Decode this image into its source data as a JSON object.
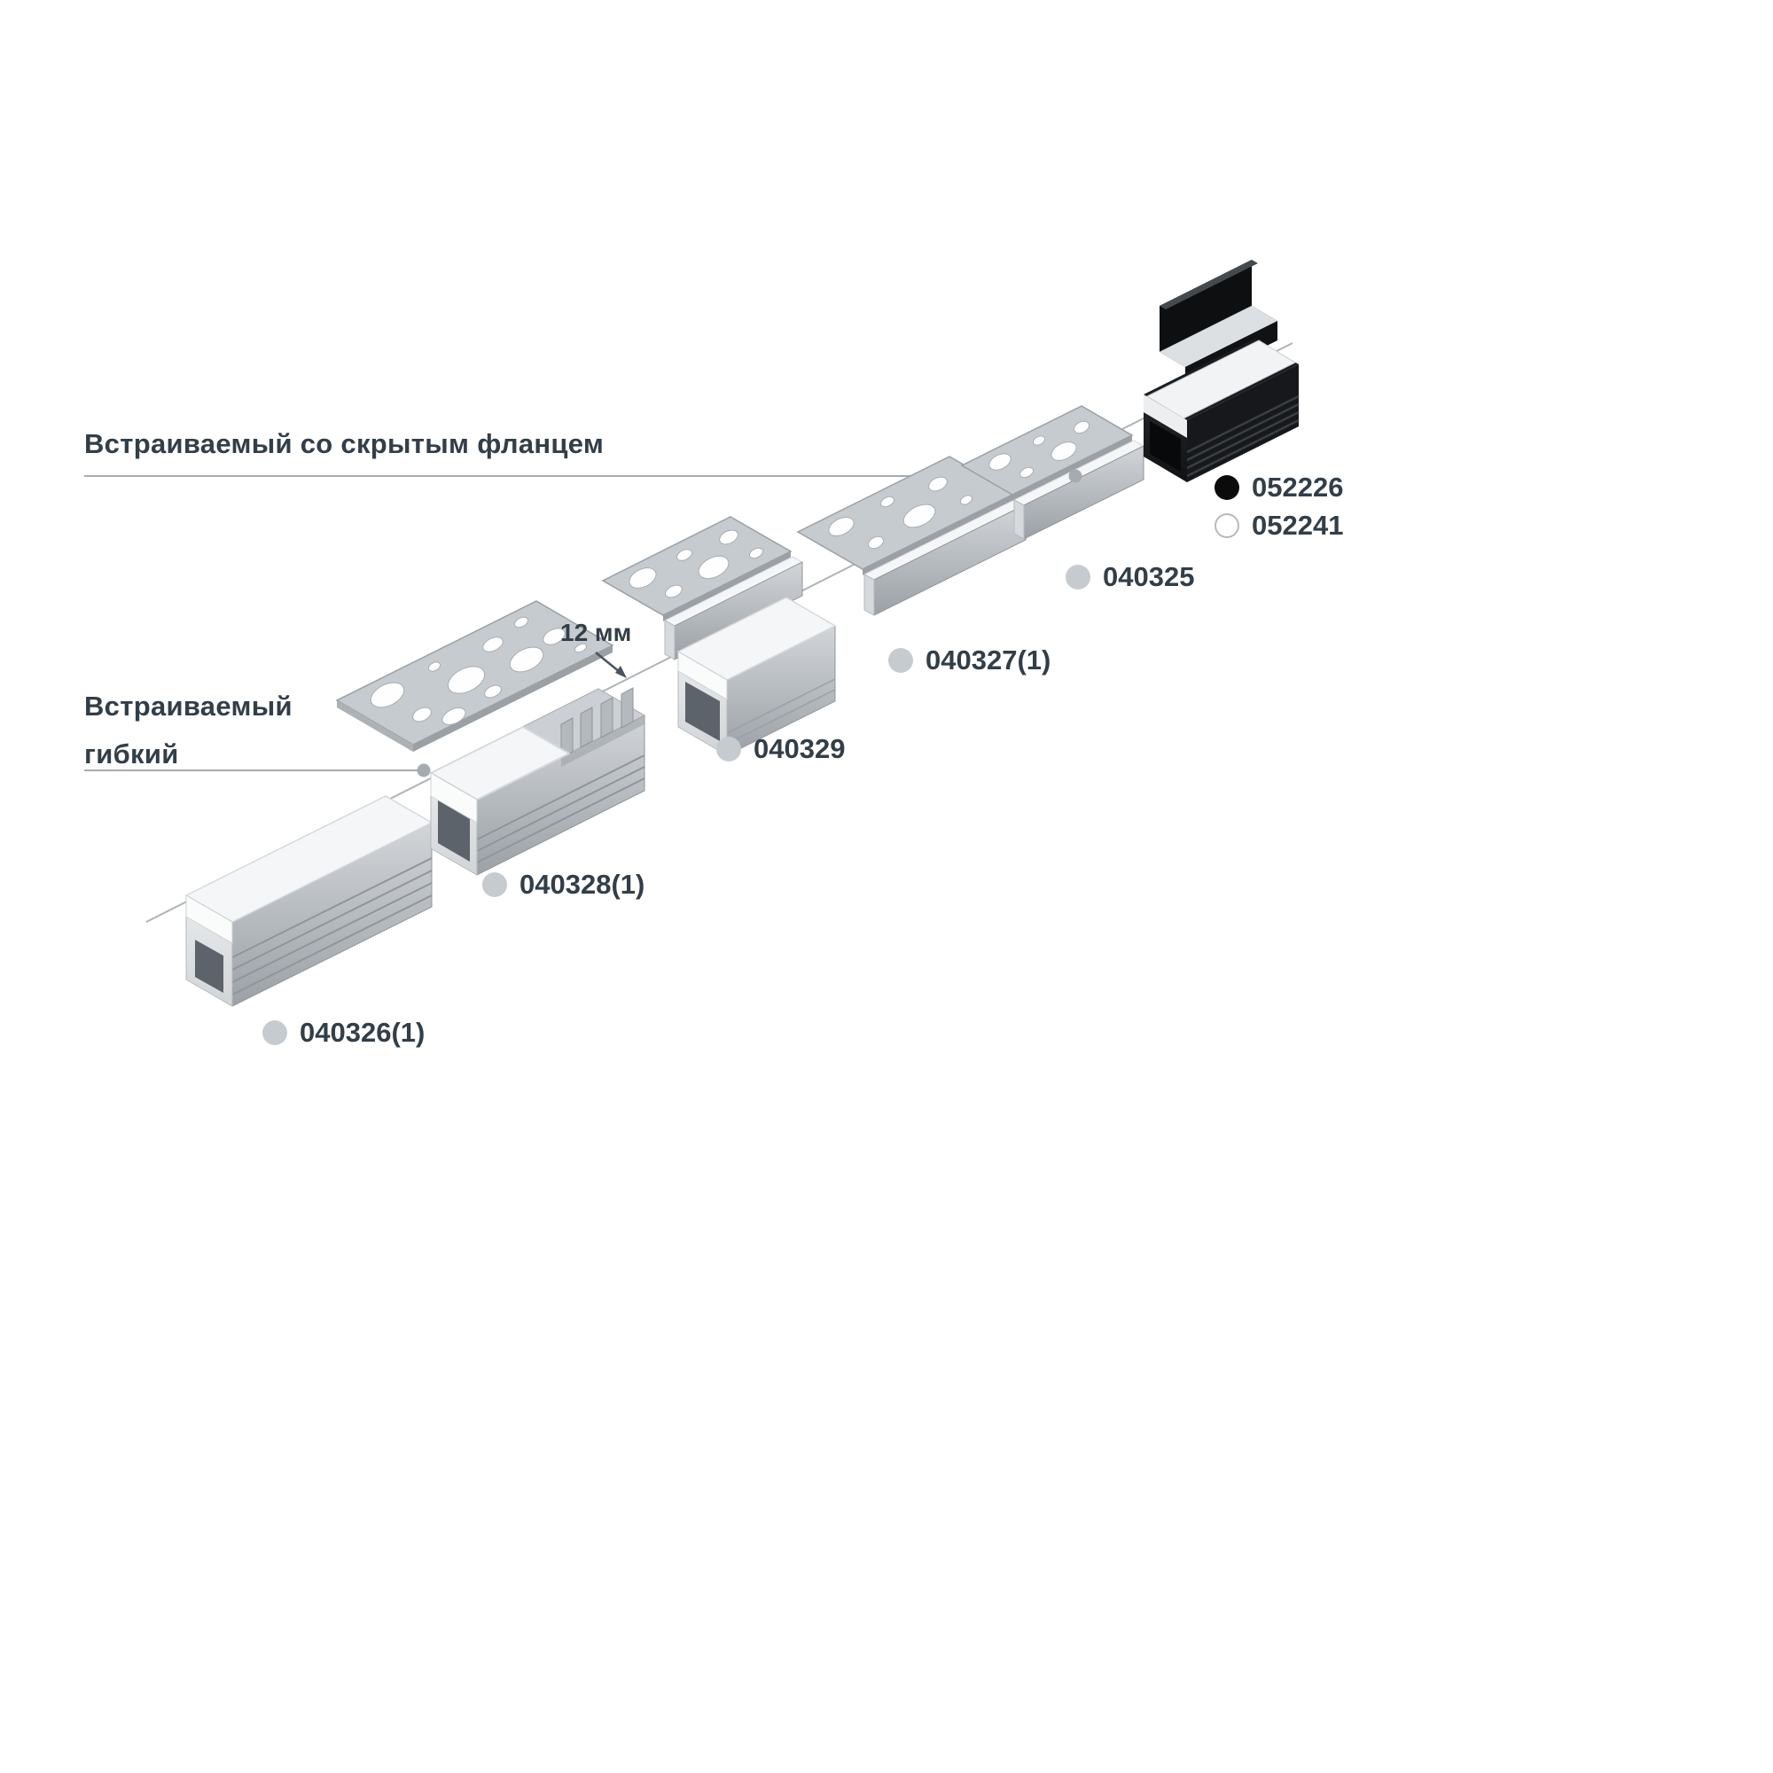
{
  "page": {
    "background": "#ffffff"
  },
  "colors": {
    "text": "#323e48",
    "leader_line": "#a6abb0",
    "dot_gray": "#c6cbcf",
    "dot_black": "#0b0b0c",
    "dot_white": "#ffffff",
    "profile_silver": "#b4b9be",
    "profile_black": "#16181b",
    "diffuser_white": "#f5f6f8",
    "plate_gray": "#c6cbcf"
  },
  "annotations": {
    "category_hidden_flange": "Встраиваемый со скрытым фланцем",
    "category_flexible_line1": "Встраиваемый",
    "category_flexible_line2": "гибкий",
    "dimension_label": "12 мм"
  },
  "products": [
    {
      "code": "040326(1)",
      "dot_color": "#c6cbcf",
      "dot_style": "filled"
    },
    {
      "code": "040328(1)",
      "dot_color": "#c6cbcf",
      "dot_style": "filled"
    },
    {
      "code": "040329",
      "dot_color": "#c6cbcf",
      "dot_style": "filled"
    },
    {
      "code": "040327(1)",
      "dot_color": "#c6cbcf",
      "dot_style": "filled"
    },
    {
      "code": "040325",
      "dot_color": "#c6cbcf",
      "dot_style": "filled"
    },
    {
      "code": "052226",
      "dot_color": "#0b0b0c",
      "dot_style": "filled"
    },
    {
      "code": "052241",
      "dot_color": "#ffffff",
      "dot_style": "outlined"
    }
  ]
}
